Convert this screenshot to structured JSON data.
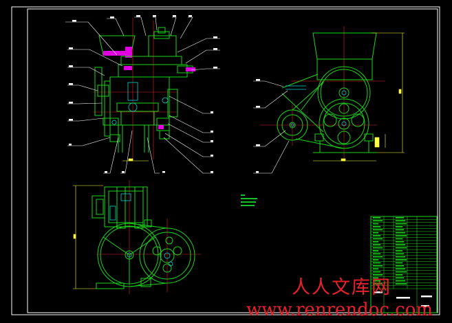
{
  "watermark": {
    "text_cn": "人人文库网",
    "url": "www.renrendoc.com"
  },
  "colors": {
    "background": "#000000",
    "frame": "#ffffff",
    "part_outline": "#18d818",
    "centerline": "#e82020",
    "dimension": "#ffff40",
    "leader": "#ffffff",
    "hatch_fill": "#e000e0",
    "detail": "#00d8d8",
    "title_block": "#18d818",
    "watermark": "#e8202a"
  },
  "views": [
    {
      "name": "front-section-view"
    },
    {
      "name": "side-view-with-belt-drive"
    },
    {
      "name": "top-view-with-pulley"
    }
  ],
  "title_block": {
    "rows": 24,
    "columns": 5
  }
}
